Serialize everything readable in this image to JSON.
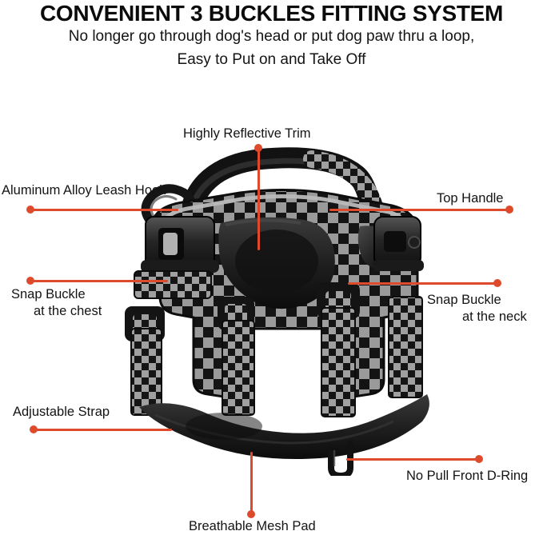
{
  "header": {
    "title": "CONVENIENT 3 BUCKLES FITTING SYSTEM",
    "subtitle_line1": "No longer go through dog's head or put dog paw thru a loop,",
    "subtitle_line2": "Easy to Put on and Take Off"
  },
  "theme": {
    "callout_color": "#dd4b2c",
    "text_color": "#141414",
    "background": "#ffffff",
    "product_dark": "#1a1a1a",
    "product_light": "#f2f2f2"
  },
  "product": {
    "name": "dog-harness",
    "description": "Black and white buffalo plaid no-pull dog harness with top handle",
    "pattern": "buffalo-plaid-check",
    "colors": [
      "#ffffff",
      "#101010",
      "#8e8e8e"
    ]
  },
  "callouts": [
    {
      "id": "highly-reflective-trim",
      "label": "Highly Reflective Trim",
      "line1": "Highly Reflective Trim",
      "line2": "",
      "side": "top",
      "align": "center"
    },
    {
      "id": "aluminum-alloy-leash-hook",
      "label": "Aluminum Alloy Leash Hook",
      "line1": "Aluminum Alloy Leash Hook",
      "line2": "",
      "side": "left",
      "align": "left"
    },
    {
      "id": "top-handle",
      "label": "Top Handle",
      "line1": "Top Handle",
      "line2": "",
      "side": "right",
      "align": "left"
    },
    {
      "id": "snap-buckle-at-the-chest",
      "label": "Snap Buckle at the chest",
      "line1": "Snap Buckle",
      "line2": "at the chest",
      "side": "left",
      "align": "left"
    },
    {
      "id": "snap-buckle-at-the-neck",
      "label": "Snap Buckle at the neck",
      "line1": "Snap Buckle",
      "line2": "at the neck",
      "side": "right",
      "align": "left"
    },
    {
      "id": "adjustable-strap",
      "label": "Adjustable Strap",
      "line1": "Adjustable Strap",
      "line2": "",
      "side": "left",
      "align": "left"
    },
    {
      "id": "no-pull-front-d-ring",
      "label": "No Pull Front D-Ring",
      "line1": "No Pull Front D-Ring",
      "line2": "",
      "side": "right",
      "align": "left"
    },
    {
      "id": "breathable-mesh-pad",
      "label": "Breathable Mesh Pad",
      "line1": "Breathable Mesh Pad",
      "line2": "",
      "side": "bottom",
      "align": "center"
    }
  ]
}
